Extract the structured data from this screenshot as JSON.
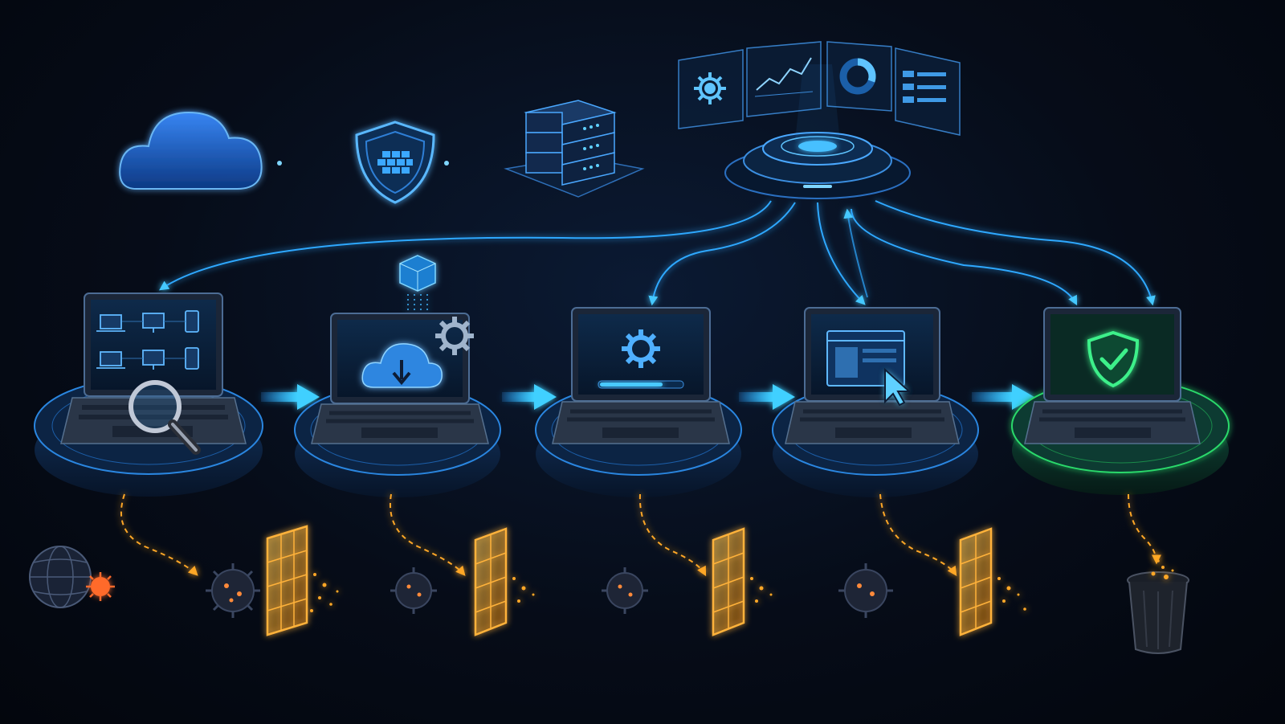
{
  "diagram": {
    "colors": {
      "blue_glow": "#2fa8ff",
      "cyan": "#36d6ff",
      "green": "#2bd96b",
      "orange": "#ffa726",
      "red_virus": "#ff6a2b",
      "panel_dark": "#0c1a2e"
    },
    "top_row_icons": [
      "cloud-icon",
      "firewall-shield-icon",
      "server-rack-icon",
      "central-hub-icon"
    ],
    "dashboard_panels": [
      "gear-icon",
      "line-chart-icon",
      "donut-chart-icon",
      "list-panel-icon"
    ],
    "stations": [
      {
        "icon": "device-inventory-icon",
        "state": "scan"
      },
      {
        "icon": "cloud-download-icon",
        "state": "download"
      },
      {
        "icon": "gear-progress-icon",
        "state": "install"
      },
      {
        "icon": "window-cursor-icon",
        "state": "configure"
      },
      {
        "icon": "shield-check-icon",
        "state": "secured"
      }
    ],
    "threat_row_icons": [
      "virus-icon",
      "orange-firewall-icon",
      "trash-bin-icon"
    ]
  }
}
